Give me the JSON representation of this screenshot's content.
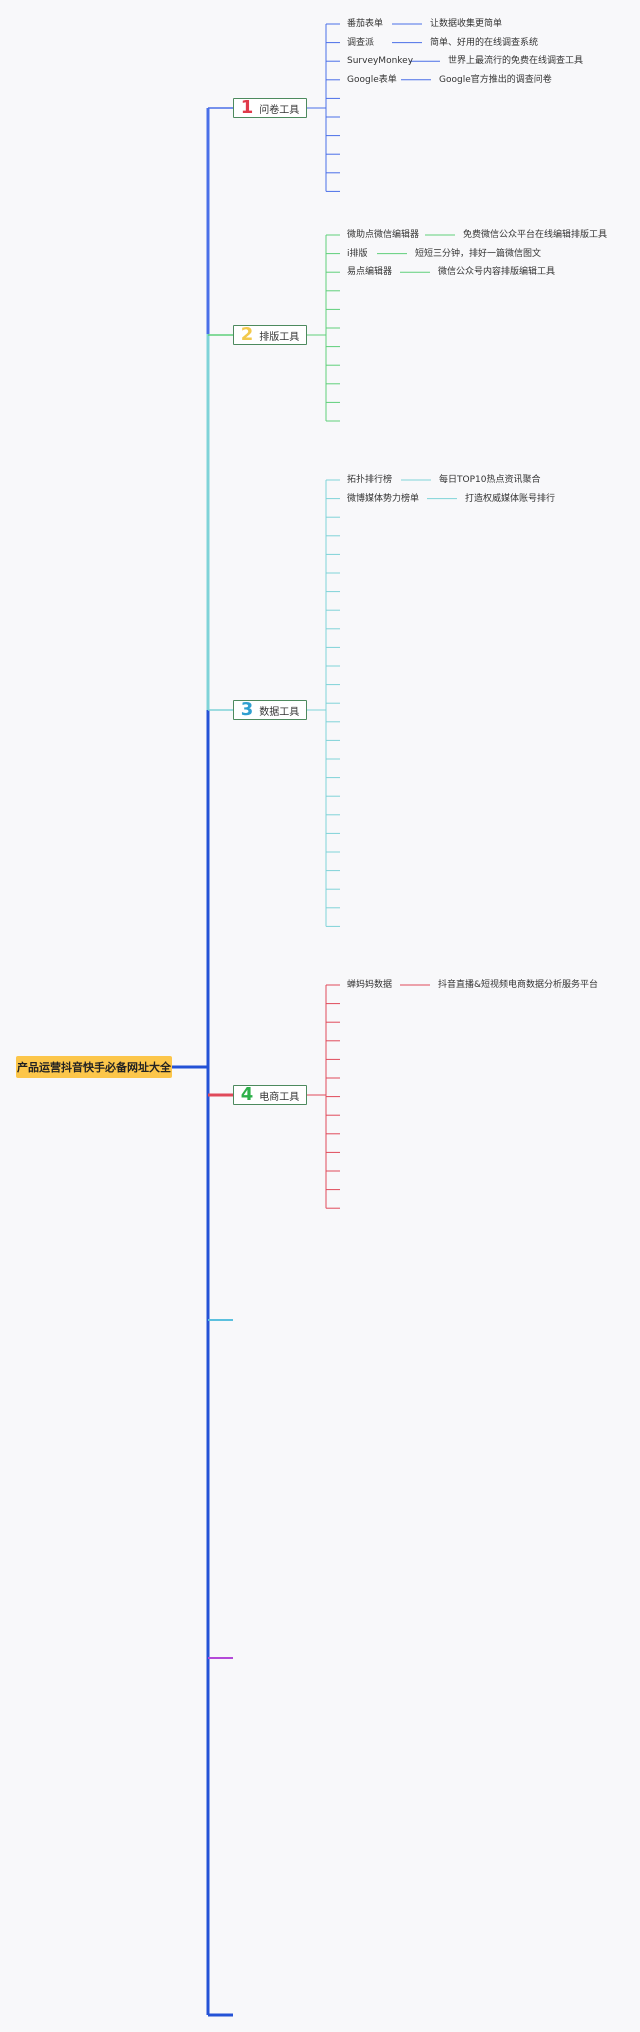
{
  "root": {
    "label": "产品运营抖音快手必备网址大全",
    "color": "#fcc64a"
  },
  "categories": [
    {
      "number": "1",
      "label": "问卷工具",
      "num_color": "#e0394a",
      "line_color": "#4a6fe8",
      "items": [
        {
          "name": "番茄表单",
          "desc": "让数据收集更简单"
        },
        {
          "name": "调查派",
          "desc": "简单、好用的在线调查系统"
        },
        {
          "name": "SurveyMonkey",
          "desc": "世界上最流行的免费在线调查工具"
        },
        {
          "name": "Google表单",
          "desc": "Google官方推出的调查问卷"
        }
      ],
      "empty_slots": 6
    },
    {
      "number": "2",
      "label": "排版工具",
      "num_color": "#f2c94c",
      "line_color": "#5fcf7a",
      "items": [
        {
          "name": "微助点微信编辑器",
          "desc": "免费微信公众平台在线编辑排版工具"
        },
        {
          "name": "i排版",
          "desc": "短短三分钟，排好一篇微信图文"
        },
        {
          "name": "易点编辑器",
          "desc": "微信公众号内容排版编辑工具"
        }
      ],
      "empty_slots": 8
    },
    {
      "number": "3",
      "label": "数据工具",
      "num_color": "#2f9fd0",
      "line_color": "#7fd3d8",
      "items": [
        {
          "name": "拓扑排行榜",
          "desc": "每日TOP10热点资讯聚合"
        },
        {
          "name": "微博媒体势力榜单",
          "desc": "打造权威媒体账号排行"
        }
      ],
      "empty_slots": 23
    },
    {
      "number": "4",
      "label": "电商工具",
      "num_color": "#2eb04a",
      "line_color": "#e04a5a",
      "items": [
        {
          "name": "蝉妈妈数据",
          "desc": "抖音直播&短视频电商数据分析服务平台"
        }
      ],
      "empty_slots": 12
    }
  ],
  "extra_branch_colors": [
    "#5bc0de",
    "#b44ad8",
    "#2452d6"
  ],
  "trunk_color": "#2452d6"
}
